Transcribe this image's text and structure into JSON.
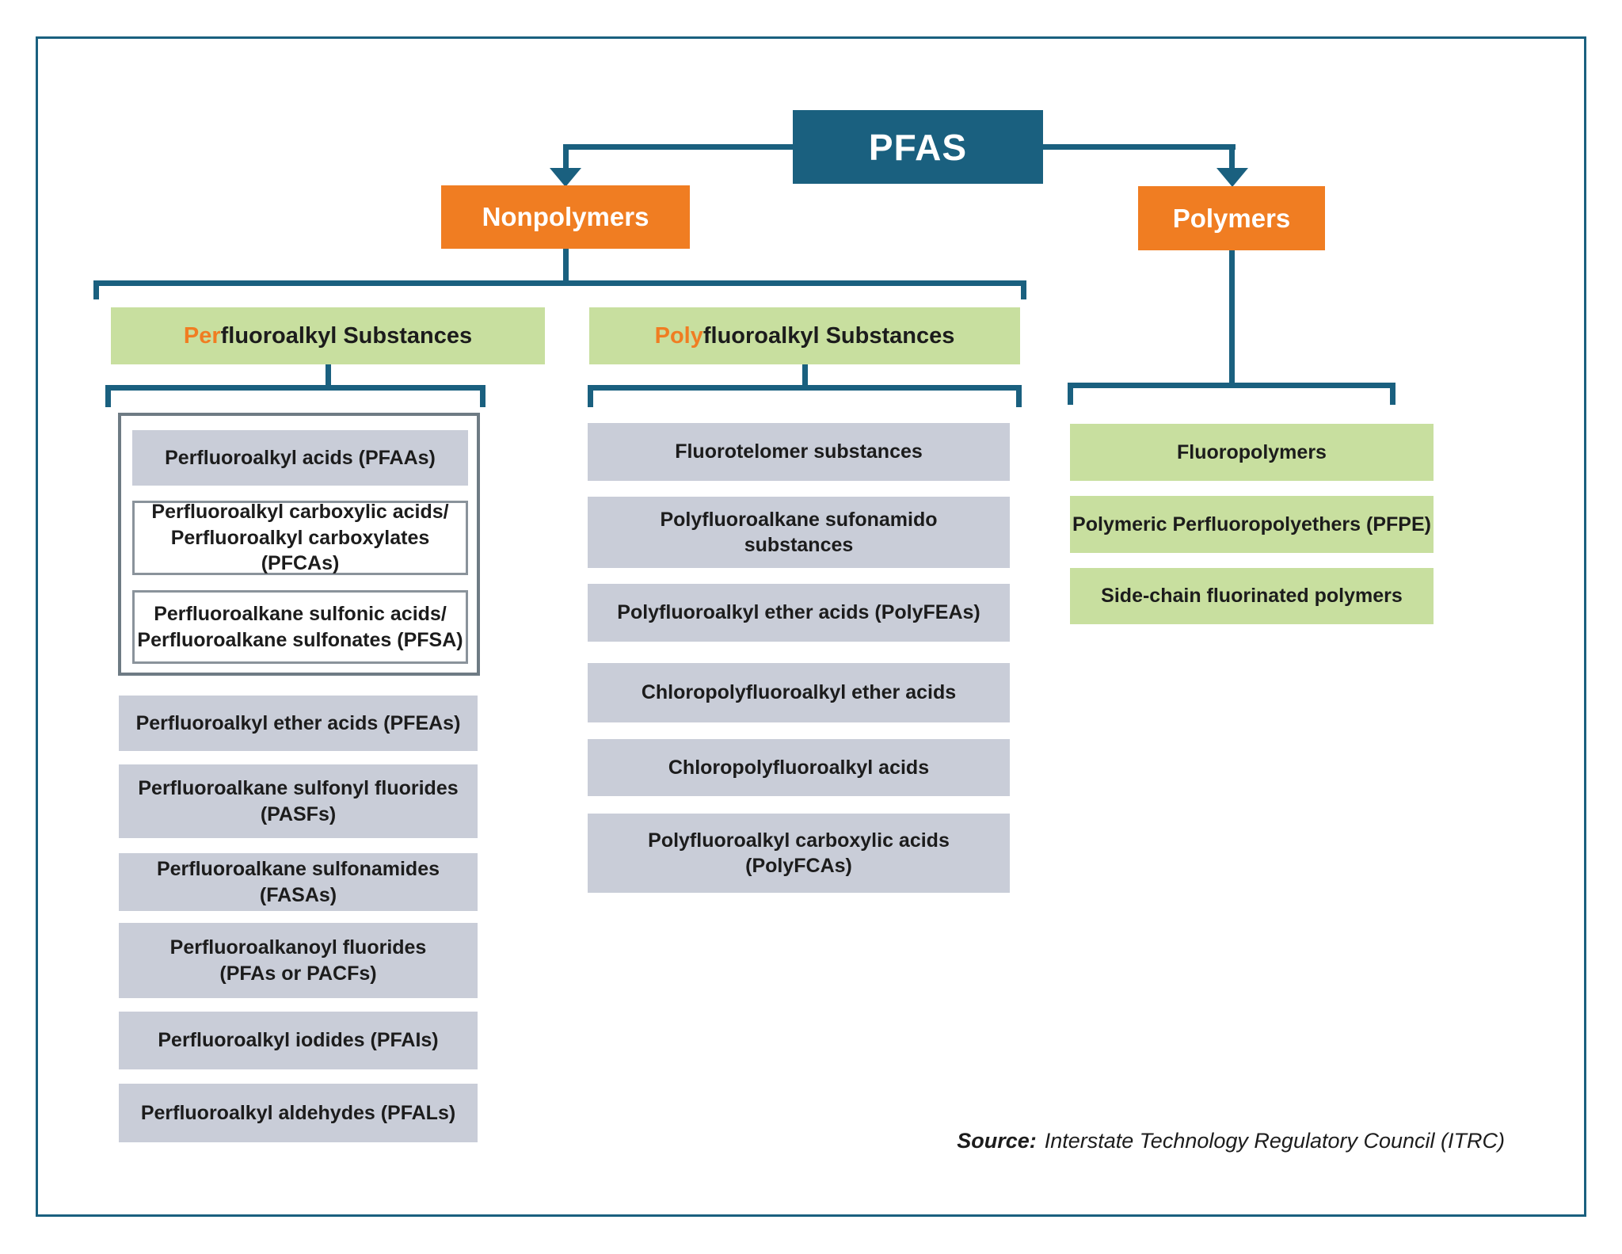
{
  "diagram": {
    "root_label": "PFAS",
    "nonpolymers_label": "Nonpolymers",
    "polymers_label": "Polymers",
    "per_header": {
      "prefix": "Per",
      "rest": "fluoroalkyl Substances"
    },
    "poly_header": {
      "prefix": "Poly",
      "rest": "fluoroalkyl Substances"
    },
    "pfaa_group": {
      "title": "Perfluoroalkyl acids (PFAAs)",
      "pfca": {
        "l1": "Perfluoroalkyl carboxylic acids/",
        "l2": "Perfluoroalkyl carboxylates (PFCAs)"
      },
      "pfsa": {
        "l1": "Perfluoroalkane sulfonic acids/",
        "l2": "Perfluoroalkane sulfonates (PFSA)"
      }
    },
    "per_items": [
      {
        "l1": "Perfluoroalkyl ether acids (PFEAs)",
        "l2": ""
      },
      {
        "l1": "Perfluoroalkane sulfonyl fluorides",
        "l2": "(PASFs)"
      },
      {
        "l1": "Perfluoroalkane sulfonamides (FASAs)",
        "l2": ""
      },
      {
        "l1": "Perfluoroalkanoyl fluorides",
        "l2": "(PFAs or PACFs)"
      },
      {
        "l1": "Perfluoroalkyl iodides (PFAIs)",
        "l2": ""
      },
      {
        "l1": "Perfluoroalkyl aldehydes (PFALs)",
        "l2": ""
      }
    ],
    "poly_items": [
      {
        "l1": "Fluorotelomer substances",
        "l2": ""
      },
      {
        "l1": "Polyfluoroalkane sufonamido",
        "l2": "substances"
      },
      {
        "l1": "Polyfluoroalkyl ether acids (PolyFEAs)",
        "l2": ""
      },
      {
        "l1": "Chloropolyfluoroalkyl ether acids",
        "l2": ""
      },
      {
        "l1": "Chloropolyfluoroalkyl acids",
        "l2": ""
      },
      {
        "l1": "Polyfluoroalkyl carboxylic acids",
        "l2": "(PolyFCAs)"
      }
    ],
    "polymer_items": [
      "Fluoropolymers",
      "Polymeric Perfluoropolyethers (PFPE)",
      "Side-chain fluorinated polymers"
    ],
    "source": {
      "label": "Source:",
      "text": "Interstate Technology Regulatory Council (ITRC)"
    },
    "colors": {
      "teal": "#1A607F",
      "orange": "#F07D22",
      "green": "#C8DF9F",
      "gray_box": "#C9CDD8",
      "group_border": "#6E7B84"
    }
  }
}
